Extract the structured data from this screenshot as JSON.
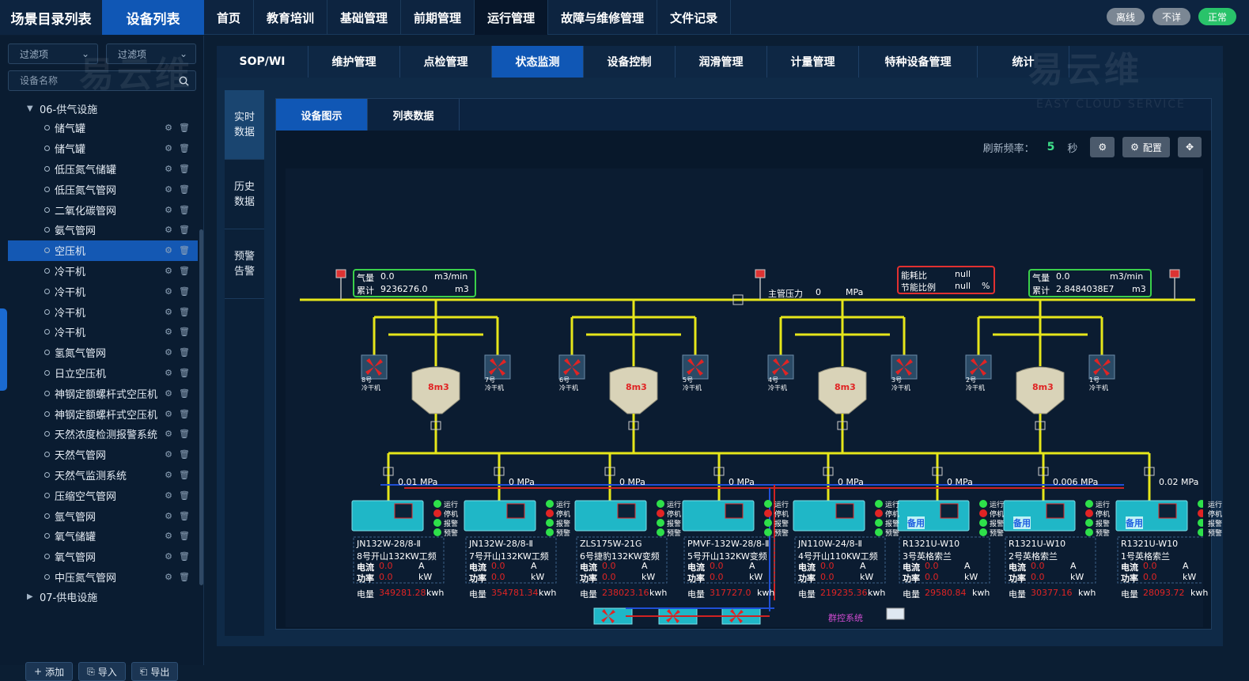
{
  "top": {
    "scene_tab": "场景目录列表",
    "device_tab": "设备列表",
    "nav": [
      "首页",
      "教育培训",
      "基础管理",
      "前期管理",
      "运行管理",
      "故障与维修管理",
      "文件记录"
    ],
    "status": [
      "离线",
      "不详",
      "正常"
    ]
  },
  "sidebar": {
    "filter1": "过滤项",
    "filter2": "过滤项",
    "search_placeholder": "设备名称",
    "group_open": "06-供气设施",
    "items": [
      "储气罐",
      "储气罐",
      "低压氮气储罐",
      "低压氮气管网",
      "二氧化碳管网",
      "氨气管网",
      "空压机",
      "冷干机",
      "冷干机",
      "冷干机",
      "冷干机",
      "氢氮气管网",
      "日立空压机",
      "神钢定额螺杆式空压机",
      "神钢定额螺杆式空压机",
      "天然浓度检测报警系统",
      "天然气管网",
      "天然气监测系统",
      "压缩空气管网",
      "氩气管网",
      "氧气储罐",
      "氧气管网",
      "中压氮气管网"
    ],
    "group_closed": "07-供电设施",
    "btn_add": "添加",
    "btn_import": "导入",
    "btn_export": "导出"
  },
  "subnav": [
    "SOP/WI",
    "维护管理",
    "点检管理",
    "状态监测",
    "设备控制",
    "润滑管理",
    "计量管理",
    "特种设备管理",
    "统计"
  ],
  "vtabs": [
    "实时数据",
    "历史数据",
    "预警告警"
  ],
  "ptabs": [
    "设备图示",
    "列表数据"
  ],
  "toolbar": {
    "label": "刷新频率：",
    "value": "5",
    "unit": "秒",
    "config": "配置"
  },
  "diagram": {
    "left_box": {
      "l1": "气量",
      "v1": "0.0",
      "u1": "m3/min",
      "l2": "累计",
      "v2": "9236276.0",
      "u2": "m3"
    },
    "right_box": {
      "l1": "气量",
      "v1": "0.0",
      "u1": "m3/min",
      "l2": "累计",
      "v2": "2.8484038E7",
      "u2": "m3"
    },
    "energy_box": {
      "l1": "能耗比",
      "v1": "null",
      "l2": "节能比例",
      "v2": "null",
      "u2": "%"
    },
    "main_pressure": {
      "label": "主管压力",
      "value": "0",
      "unit": "MPa"
    },
    "tank_label": "8m3",
    "dryer_label": "冷干机",
    "dryers": [
      "8号",
      "7号",
      "6号",
      "5号",
      "4号",
      "3号",
      "2号",
      "1号"
    ],
    "pressures": [
      "0.01 MPa",
      "0    MPa",
      "0    MPa",
      "0    MPa",
      "0    MPa",
      "0    MPa",
      "0.006 MPa",
      "0.02   MPa"
    ],
    "status_labels": [
      "运行",
      "停机",
      "报警",
      "预警"
    ],
    "standby": "备用",
    "compressors": [
      {
        "model": "JN132W-28/8-Ⅱ",
        "name": "8号开山132KW工频",
        "current": "0.0",
        "power": "0.0",
        "energy": "349281.28"
      },
      {
        "model": "JN132W-28/8-Ⅱ",
        "name": "7号开山132KW工频",
        "current": "0.0",
        "power": "0.0",
        "energy": "354781.34"
      },
      {
        "model": "ZLS175W-21G",
        "name": "6号捷豹132KW变频",
        "current": "0.0",
        "power": "0.0",
        "energy": "238023.16"
      },
      {
        "model": "PMVF-132W-28/8-Ⅱ",
        "name": "5号开山132KW变频",
        "current": "0.0",
        "power": "0.0",
        "energy": "317727.0"
      },
      {
        "model": "JN110W-24/8-Ⅱ",
        "name": "4号开山110KW工频",
        "current": "0.0",
        "power": "0.0",
        "energy": "219235.36"
      },
      {
        "model": "R1321U-W10",
        "name": "3号英格索兰",
        "current": "0.0",
        "power": "0.0",
        "energy": "29580.84"
      },
      {
        "model": "R1321U-W10",
        "name": "2号英格索兰",
        "current": "0.0",
        "power": "0.0",
        "energy": "30377.16"
      },
      {
        "model": "R1321U-W10",
        "name": "1号英格索兰",
        "current": "0.0",
        "power": "0.0",
        "energy": "28093.72"
      }
    ],
    "labels": {
      "current": "电流",
      "power": "功率",
      "energy": "电量",
      "u_current": "A",
      "u_power": "kW",
      "u_energy": "kwh"
    },
    "control_system": "群控系统"
  },
  "watermark": {
    "cn": "易云维",
    "en": "EASY CLOUD SERVICE"
  }
}
